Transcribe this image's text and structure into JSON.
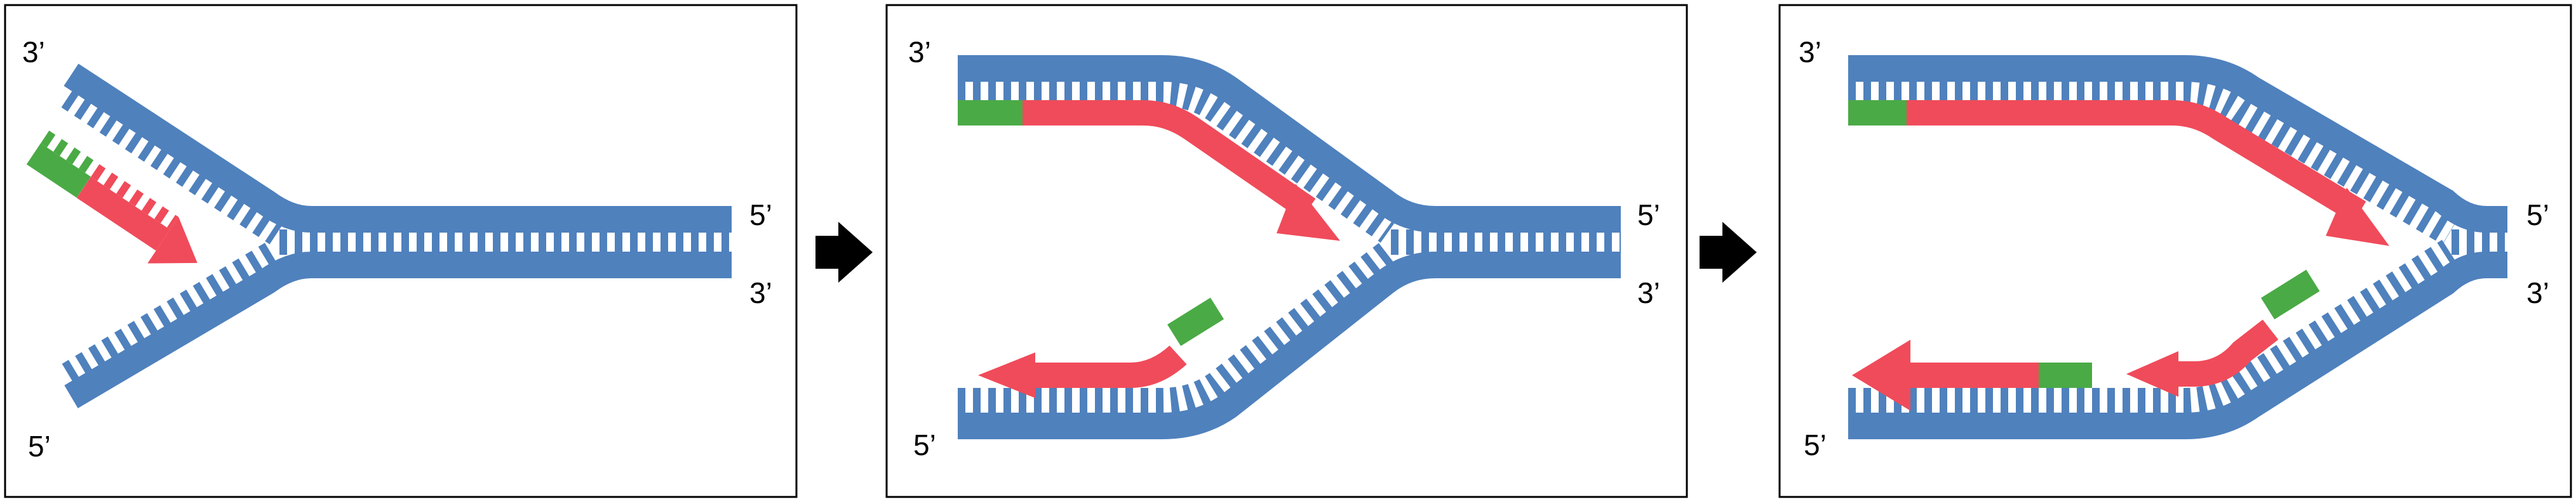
{
  "colors": {
    "template_strand": "#4F81BD",
    "new_strand": "#F04B5A",
    "primer": "#4AAA45",
    "frame": "#000000",
    "arrow": "#000000"
  },
  "panels": [
    {
      "labels": {
        "top_left": "3’",
        "bottom_left": "5’",
        "right_upper": "5’",
        "right_lower": "3’"
      }
    },
    {
      "labels": {
        "top_left": "3’",
        "bottom_left": "5’",
        "right_upper": "5’",
        "right_lower": "3’"
      }
    },
    {
      "labels": {
        "top_left": "3’",
        "bottom_left": "5’",
        "right_upper": "5’",
        "right_lower": "3’"
      }
    }
  ]
}
